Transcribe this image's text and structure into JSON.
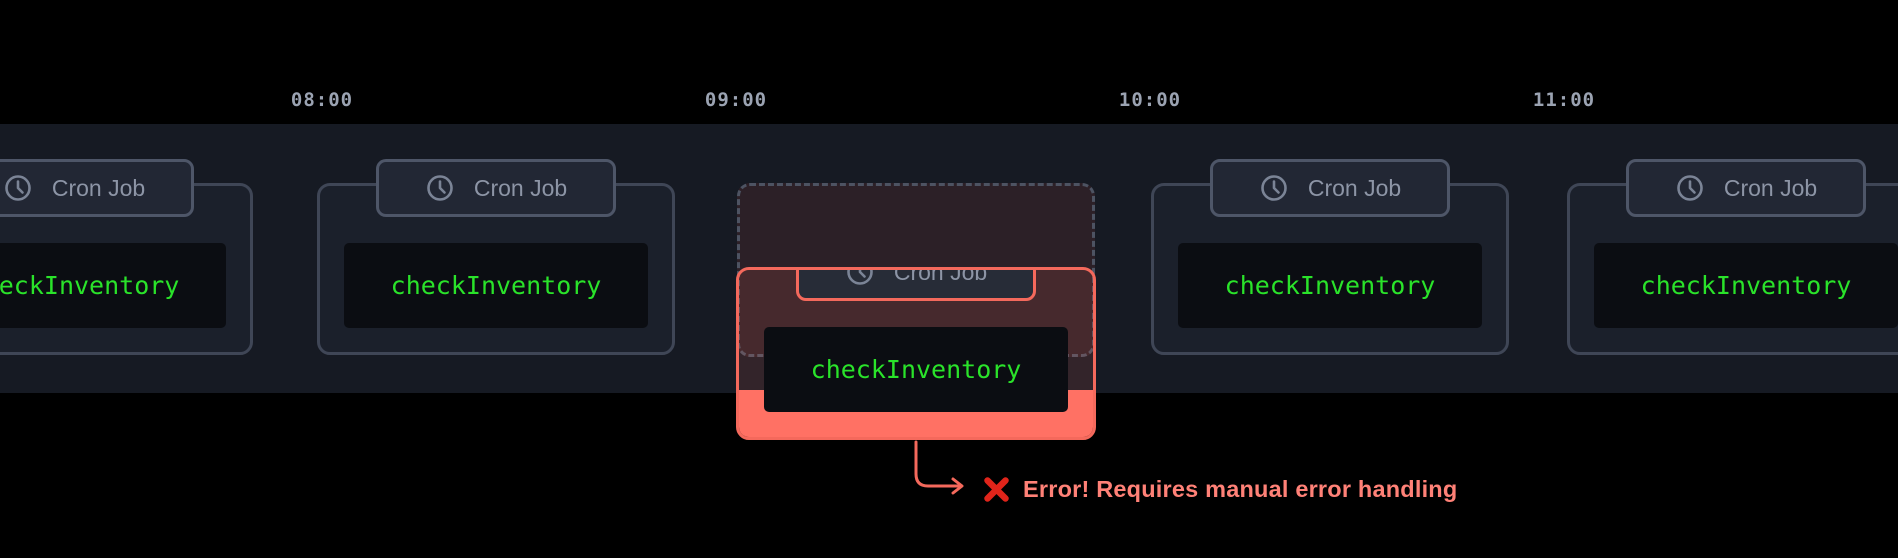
{
  "timeline": {
    "time_labels": [
      "08:00",
      "09:00",
      "10:00",
      "11:00"
    ]
  },
  "cards": [
    {
      "badge_label": "Cron Job",
      "task": "checkInventory",
      "status": "success",
      "icon": "clock"
    },
    {
      "badge_label": "Cron Job",
      "task": "checkInventory",
      "status": "success",
      "icon": "clock"
    },
    {
      "badge_label": "Cron Job",
      "task": "checkInventory",
      "status": "error",
      "icon": "clock"
    },
    {
      "badge_label": "Cron Job",
      "task": "checkInventory",
      "status": "success",
      "icon": "clock"
    },
    {
      "badge_label": "Cron Job",
      "task": "checkInventory",
      "status": "success",
      "icon": "clock"
    }
  ],
  "error_annotation": {
    "icon": "cross-mark",
    "message": "Error! Requires manual error handling"
  },
  "colors": {
    "background": "#000000",
    "band": "#161a23",
    "card_background": "#1b202b",
    "card_border": "#3f4656",
    "badge_border": "#4e5668",
    "badge_text": "#8d95a6",
    "task_text": "#2ae32a",
    "task_box_background": "#0b0d12",
    "time_label_text": "#9ba3b2",
    "error_accent": "#f4695c",
    "error_strip": "#ff7164",
    "error_text": "#ff8177",
    "cross_mark_red": "#e0241a"
  }
}
